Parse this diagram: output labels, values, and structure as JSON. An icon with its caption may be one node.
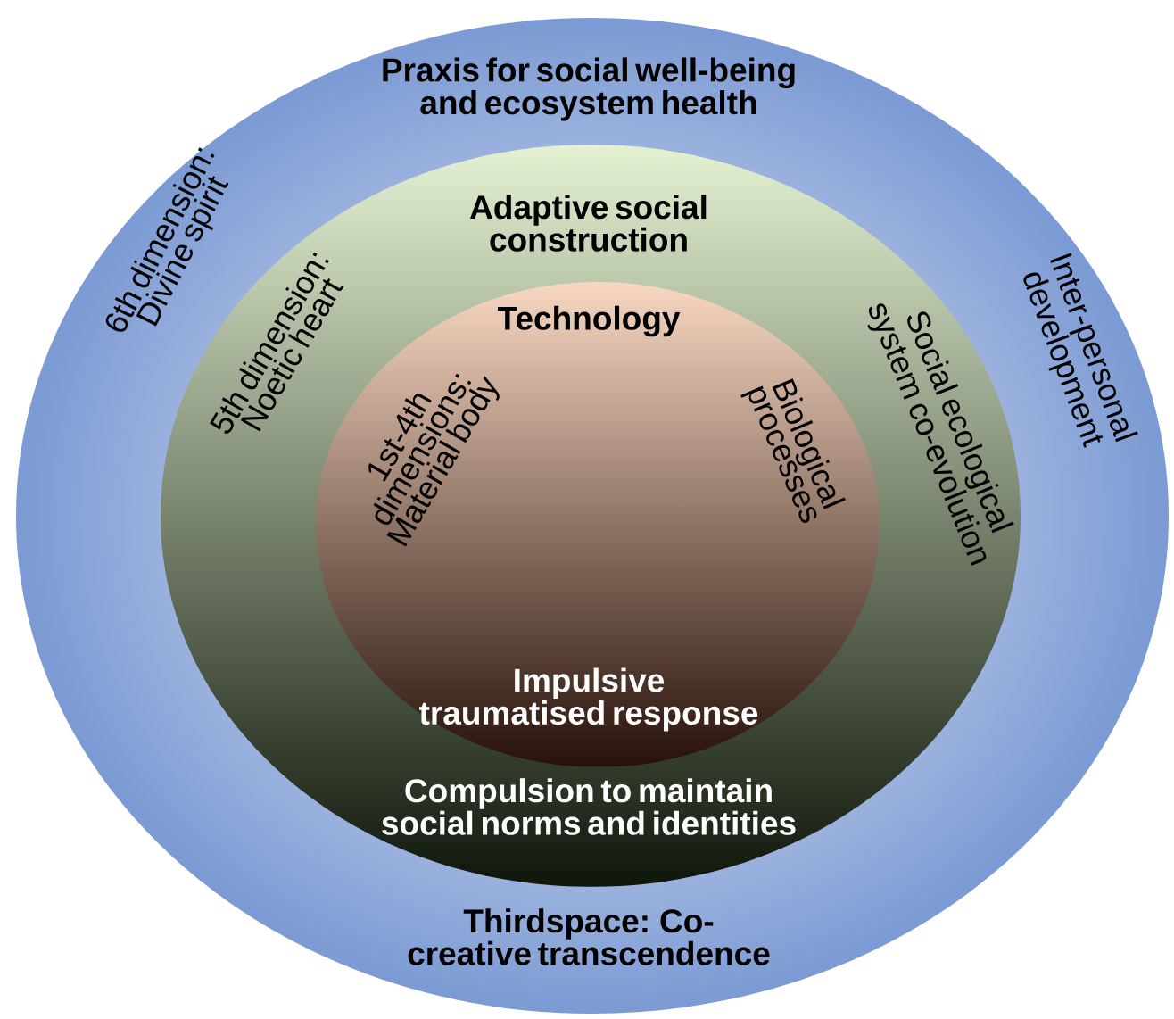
{
  "diagram": {
    "nodes": [
      {
        "text": [
          "Praxis for social well-being and ecosystem health",
          "6th dimension: Divine spirit",
          "Inter-personal development",
          "Thirdspace: Co-creative transcendence"
        ]
      },
      {
        "text": [
          "Adaptive social construction",
          "5th dimension: Noetic heart",
          "Social ecological system co-evolution",
          "Compulsion to maintain social norms and identities"
        ],
        "in": 0
      },
      {
        "text": [
          "Technology",
          "1st-4th dimensions: Material body",
          "Biological processes",
          "Impulsive traumatised response"
        ],
        "in": 1
      }
    ]
  }
}
